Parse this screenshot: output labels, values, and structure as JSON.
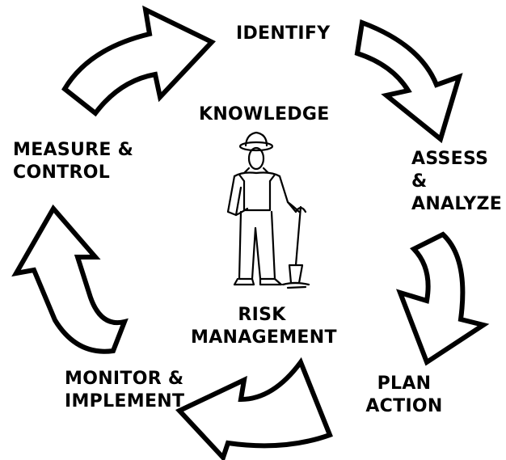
{
  "center": {
    "top_label": "KNOWLEDGE",
    "bottom_label": "RISK\nMANAGEMENT"
  },
  "cycle": {
    "steps": [
      {
        "label": "IDENTIFY"
      },
      {
        "label": "ASSESS &\nANALYZE"
      },
      {
        "label": "PLAN\nACTION"
      },
      {
        "label": "MONITOR &\nIMPLEMENT"
      },
      {
        "label": "MEASURE &\nCONTROL"
      }
    ]
  },
  "figure": {
    "icon": "farmer-with-spade-icon"
  },
  "colors": {
    "arrow_fill": "#ffffff",
    "outline": "#000000",
    "text": "#000000"
  }
}
